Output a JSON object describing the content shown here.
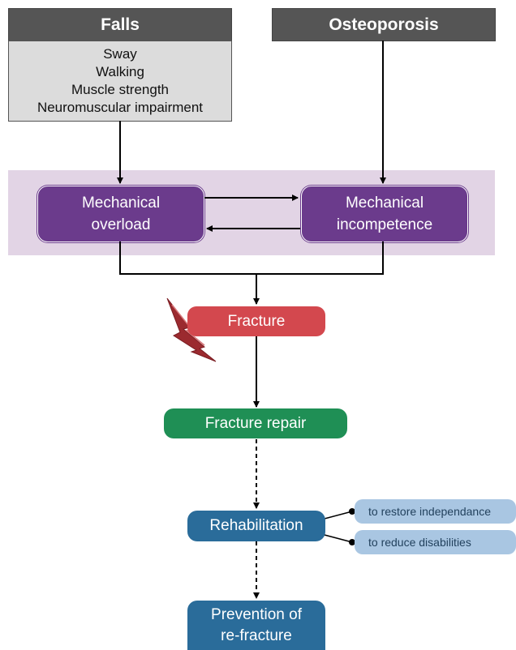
{
  "falls": {
    "title": "Falls",
    "factors": [
      "Sway",
      "Walking",
      "Muscle strength",
      "Neuromuscular impairment"
    ]
  },
  "osteoporosis": {
    "title": "Osteoporosis"
  },
  "mechanical_overload": {
    "line1": "Mechanical",
    "line2": "overload"
  },
  "mechanical_incompetence": {
    "line1": "Mechanical",
    "line2": "incompetence"
  },
  "fracture": {
    "label": "Fracture"
  },
  "fracture_repair": {
    "label": "Fracture repair"
  },
  "rehabilitation": {
    "label": "Rehabilitation"
  },
  "goals": [
    "to restore independance",
    "to reduce disabilities"
  ],
  "prevention": {
    "line1": "Prevention of",
    "line2": "re-fracture"
  },
  "colors": {
    "header": "#555555",
    "falls_body": "#dcdcdc",
    "band": "#e2d4e5",
    "purple": "#6b3b8c",
    "fracture": "#d3484e",
    "repair": "#1f8f55",
    "blue": "#2a6c9a",
    "goal": "#a9c6e2"
  },
  "icons": {
    "fracture": "lightning-bolt-icon"
  }
}
